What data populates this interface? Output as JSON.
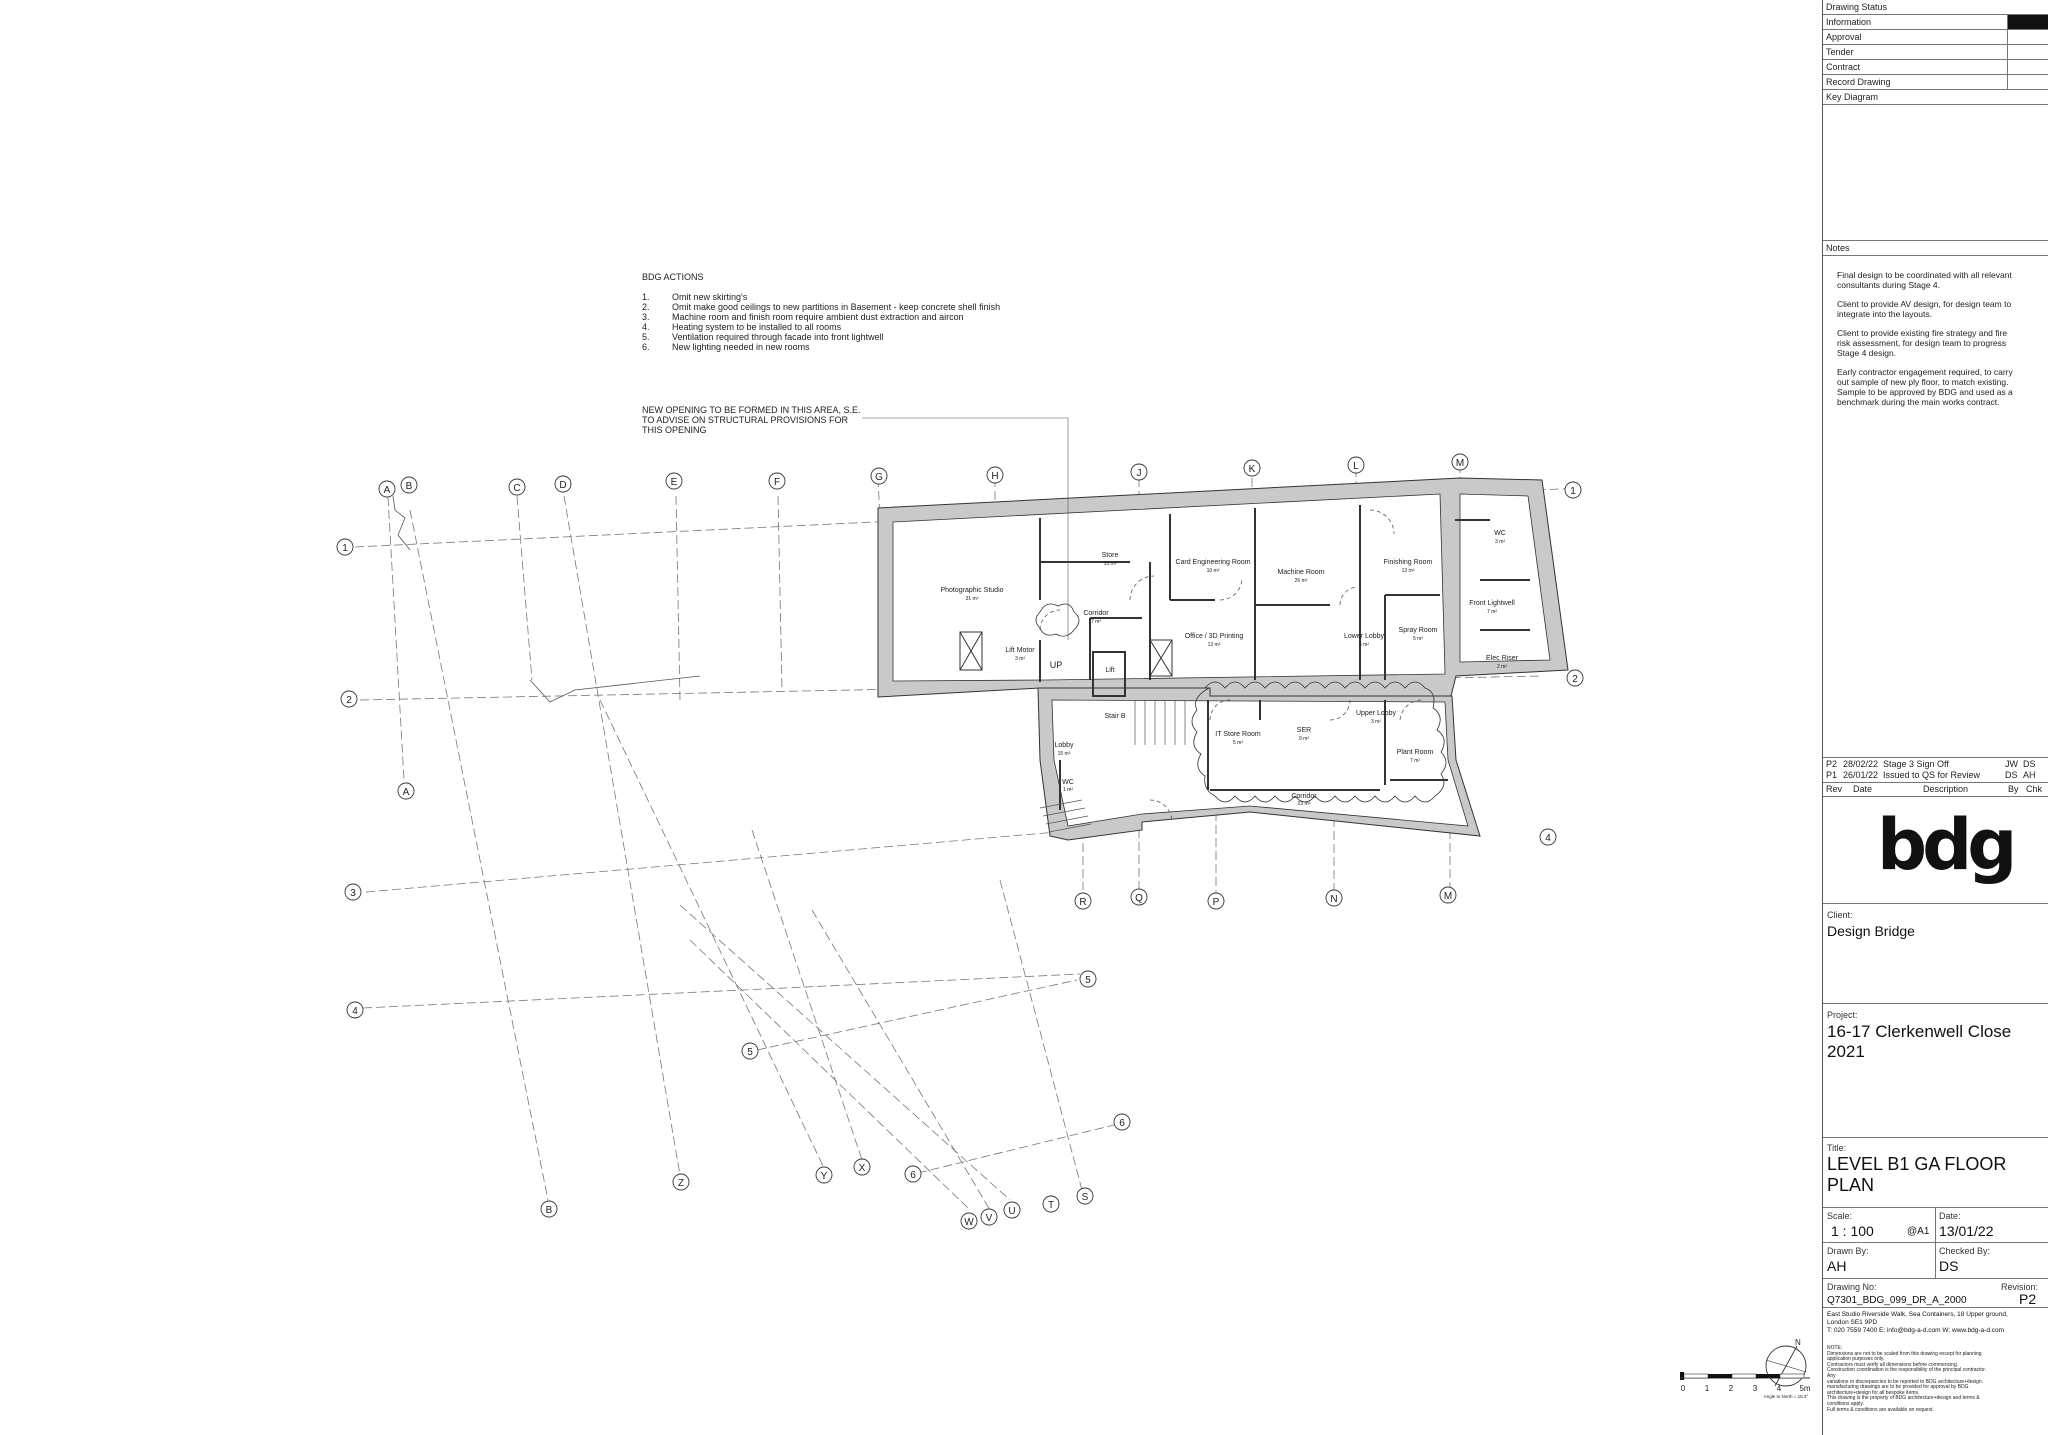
{
  "drawing_status": {
    "title": "Drawing Status",
    "items": [
      {
        "label": "Information",
        "active": true
      },
      {
        "label": "Approval",
        "active": false
      },
      {
        "label": "Tender",
        "active": false
      },
      {
        "label": "Contract",
        "active": false
      },
      {
        "label": "Record Drawing",
        "active": false
      },
      {
        "label": "Key Diagram",
        "active": false
      }
    ]
  },
  "notes": {
    "title": "Notes",
    "paragraphs": [
      "Final design to be coordinated with all relevant consultants during Stage 4.",
      "Client to provide AV design, for design team to integrate into the layouts.",
      "Client to provide existing fire strategy and fire risk assessment, for design team to progress Stage 4 design.",
      "Early contractor engagement required, to carry out sample of new ply floor, to match existing. Sample to be approved by BDG and used as a benchmark during the main works contract."
    ]
  },
  "revisions": {
    "headers": [
      "Rev",
      "Date",
      "Description",
      "By",
      "Chk"
    ],
    "rows": [
      {
        "rev": "P2",
        "date": "28/02/22",
        "desc": "Stage 3 Sign Off",
        "by": "JW",
        "chk": "DS"
      },
      {
        "rev": "P1",
        "date": "26/01/22",
        "desc": "Issued to QS for Review",
        "by": "DS",
        "chk": "AH"
      }
    ]
  },
  "logo": "bdg",
  "client": {
    "label": "Client:",
    "value": "Design Bridge"
  },
  "project": {
    "label": "Project:",
    "line1": "16-17 Clerkenwell Close",
    "line2": "2021"
  },
  "title_block": {
    "label": "Title:",
    "line1": "LEVEL B1 GA FLOOR",
    "line2": "PLAN"
  },
  "scale": {
    "label": "Scale:",
    "value": "1 : 100",
    "sheet": "@A1"
  },
  "date": {
    "label": "Date:",
    "value": "13/01/22"
  },
  "drawn_by": {
    "label": "Drawn By:",
    "value": "AH"
  },
  "checked_by": {
    "label": "Checked By:",
    "value": "DS"
  },
  "drawing_no": {
    "label": "Drawing No:",
    "value": "Q7301_BDG_099_DR_A_2000"
  },
  "revision": {
    "label": "Revision:",
    "value": "P2"
  },
  "address": {
    "line1": "East Studio Riverside Walk, Sea Containers, 18 Upper ground,",
    "line2": "London SE1 9PD",
    "line3": "T: 020 7559 7400    E: info@bdg-a-d.com    W: www.bdg-a-d.com"
  },
  "legal": {
    "title": "NOTE:",
    "lines": [
      "Dimensions are not to be scaled from this drawing except for planning",
      "application purposes only.",
      "Contractors must verify all dimensions before commencing.",
      "Construction coordination is the responsibility of the principal contractor. Any",
      "variations or discrepancies to be reported to BDG architecture+design.",
      "manufacturing drawings are to be provided for approval by BDG",
      "architecture+design for all bespoke items.",
      "This drawing is the property of BDG architecture+design and terms &",
      "conditions apply.",
      "Full terms & conditions are available on request."
    ]
  },
  "north": {
    "label": "N",
    "angle_text": "Angle to North = 15.3°"
  },
  "scale_bar": {
    "ticks": [
      "0",
      "1",
      "2",
      "3",
      "4",
      "5m"
    ]
  },
  "actions": {
    "title": "BDG ACTIONS",
    "items": [
      {
        "n": "1.",
        "t": "Omit new skirting's"
      },
      {
        "n": "2.",
        "t": "Omit make good ceilings to new partitions in Basement - keep concrete shell finish"
      },
      {
        "n": "3.",
        "t": "Machine room and finish room require ambient dust extraction and aircon"
      },
      {
        "n": "4.",
        "t": "Heating system to be installed to all rooms"
      },
      {
        "n": "5.",
        "t": "Ventilation required through facade into front lightwell"
      },
      {
        "n": "6.",
        "t": "New lighting needed in new rooms"
      }
    ]
  },
  "callout": {
    "lines": [
      "NEW OPENING TO BE FORMED IN THIS AREA, S.E.",
      "TO ADVISE ON STRUCTURAL PROVISIONS FOR",
      "THIS OPENING"
    ]
  },
  "rooms": [
    {
      "name": "Photographic Studio",
      "area": "31 m²"
    },
    {
      "name": "Store",
      "area": "15 m²"
    },
    {
      "name": "Card Engineering Room",
      "area": "10 m²"
    },
    {
      "name": "Machine Room",
      "area": "26 m²"
    },
    {
      "name": "Finishing Room",
      "area": "13 m²"
    },
    {
      "name": "WC",
      "area": "3 m²"
    },
    {
      "name": "Front Lightwell",
      "area": "7 m²"
    },
    {
      "name": "Corridor",
      "area": "7 m²"
    },
    {
      "name": "Office / 3D Printing",
      "area": "13 m²"
    },
    {
      "name": "Lower Lobby",
      "area": "6 m²"
    },
    {
      "name": "Spray Room",
      "area": "5 m²"
    },
    {
      "name": "Elec Riser",
      "area": "2 m²"
    },
    {
      "name": "Lift Motor",
      "area": "3 m²"
    },
    {
      "name": "Lift",
      "area": ""
    },
    {
      "name": "UP",
      "area": ""
    },
    {
      "name": "Stair B",
      "area": ""
    },
    {
      "name": "Upper Lobby",
      "area": "3 m²"
    },
    {
      "name": "IT Store Room",
      "area": "5 m²"
    },
    {
      "name": "SER",
      "area": "9 m²"
    },
    {
      "name": "Plant Room",
      "area": "7 m²"
    },
    {
      "name": "Lobby",
      "area": "15 m²"
    },
    {
      "name": "WC",
      "area": "1 m²"
    },
    {
      "name": "Corridor",
      "area": "23 m²"
    }
  ],
  "grid_labels": [
    "A",
    "B",
    "C",
    "D",
    "E",
    "F",
    "G",
    "H",
    "J",
    "K",
    "L",
    "M",
    "1",
    "1",
    "2",
    "2",
    "A",
    "3",
    "4",
    "4",
    "5",
    "5",
    "6",
    "6",
    "R",
    "Q",
    "P",
    "N",
    "M",
    "Z",
    "Y",
    "X",
    "W",
    "V",
    "U",
    "T",
    "S",
    "B"
  ]
}
